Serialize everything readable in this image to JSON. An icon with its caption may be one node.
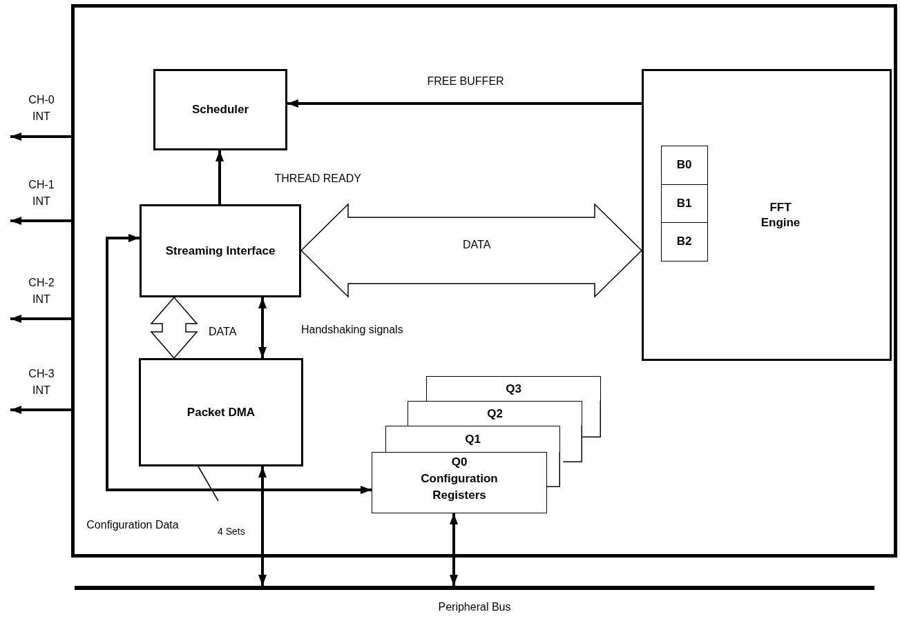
{
  "diagram": {
    "nodes": [
      {
        "text": [],
        "shape": "box"
      },
      {
        "text": [
          "Scheduler"
        ],
        "in": 0
      },
      {
        "text": [
          "Streaming Interface"
        ],
        "in": 0
      },
      {
        "text": [
          "Packet DMA"
        ],
        "in": 0
      },
      {
        "text": [
          "FFT Engine"
        ],
        "in": 0
      },
      {
        "text": [
          "B0"
        ],
        "in": 4
      },
      {
        "text": [
          "B1"
        ],
        "in": 4
      },
      {
        "text": [
          "B2"
        ],
        "in": 4
      },
      {
        "text": [
          "Q3"
        ],
        "in": 0
      },
      {
        "text": [
          "Q2"
        ],
        "in": 0
      },
      {
        "text": [
          "Q1"
        ],
        "in": 0
      },
      {
        "text": [
          "Q0",
          "Configuration Registers"
        ],
        "in": 0
      },
      {
        "text": [
          "Peripheral Bus"
        ]
      }
    ],
    "edges": [
      {
        "from": 4,
        "to": 1,
        "arrow": "to",
        "label": "FREE BUFFER"
      },
      {
        "from": 2,
        "to": 1,
        "arrow": "to",
        "label": "THREAD READY"
      },
      {
        "from": 2,
        "to": 4,
        "arrow": "both",
        "label": "DATA",
        "style": "thick"
      },
      {
        "from": 2,
        "to": 3,
        "arrow": "both",
        "label": "DATA",
        "style": "thick"
      },
      {
        "from": 2,
        "to": 3,
        "arrow": "both",
        "label": "Handshaking signals"
      },
      {
        "from": 2,
        "to": 11,
        "arrow": "both",
        "label": "Configuration Data"
      },
      {
        "from": 3,
        "to": 12,
        "arrow": "both"
      },
      {
        "from": 11,
        "to": 12,
        "arrow": "both"
      },
      {
        "from": 0,
        "to": null,
        "arrow": "to",
        "label": "CH-0 INT"
      },
      {
        "from": 0,
        "to": null,
        "arrow": "to",
        "label": "CH-1 INT"
      },
      {
        "from": 0,
        "to": null,
        "arrow": "to",
        "label": "CH-2 INT"
      },
      {
        "from": 0,
        "to": null,
        "arrow": "to",
        "label": "CH-3 INT"
      }
    ],
    "labels": [
      "4 Sets"
    ]
  }
}
